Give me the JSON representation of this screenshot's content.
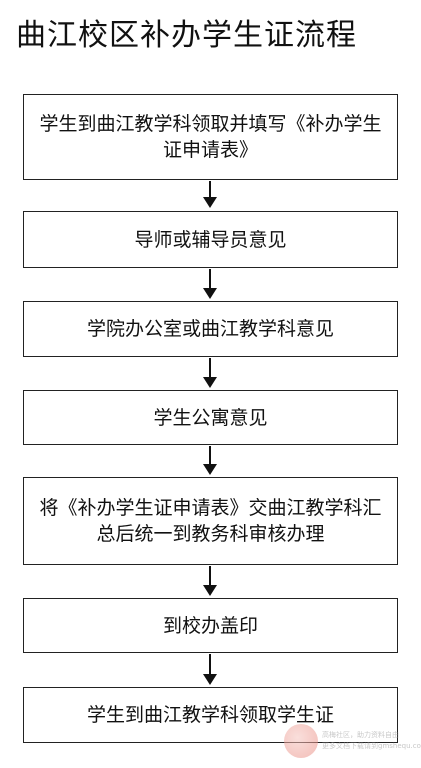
{
  "title": "曲江校区补办学生证流程",
  "steps": [
    "学生到曲江教学科领取并填写《补办学生证申请表》",
    "导师或辅导员意见",
    "学院办公室或曲江教学科意见",
    "学生公寓意见",
    "将《补办学生证申请表》交曲江教学科汇总后统一到教务科审核办理",
    "到校办盖印",
    "学生到曲江教学科领取学生证"
  ],
  "watermark": {
    "line1": "高梅社区，助力资料自由",
    "line2": "更多文档下载请到gmshequ.com"
  }
}
